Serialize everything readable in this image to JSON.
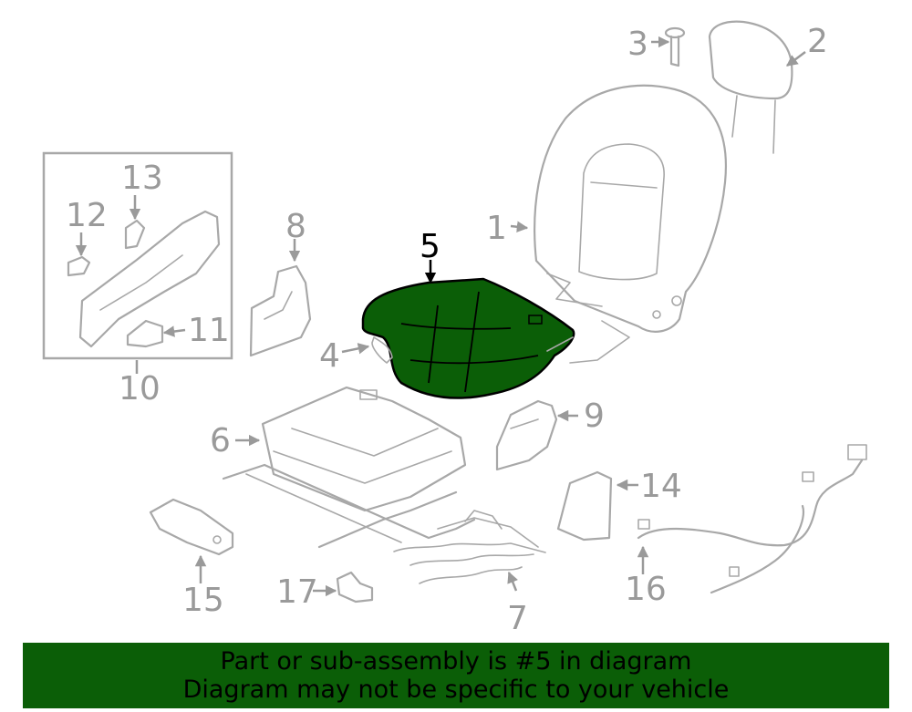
{
  "callouts": {
    "c1": "1",
    "c2": "2",
    "c3": "3",
    "c4": "4",
    "c5": "5",
    "c6": "6",
    "c7": "7",
    "c8": "8",
    "c9": "9",
    "c10": "10",
    "c11": "11",
    "c12": "12",
    "c13": "13",
    "c14": "14",
    "c15": "15",
    "c16": "16",
    "c17": "17"
  },
  "highlighted_part": "5",
  "colors": {
    "highlight": "#0b5e07",
    "outline": "#a8a8a8",
    "label": "#9a9a9a",
    "banner": "#0b5e07"
  },
  "banner": {
    "line1": "Part or sub-assembly is #5 in diagram",
    "line2": "Diagram may not be specific to your vehicle"
  }
}
